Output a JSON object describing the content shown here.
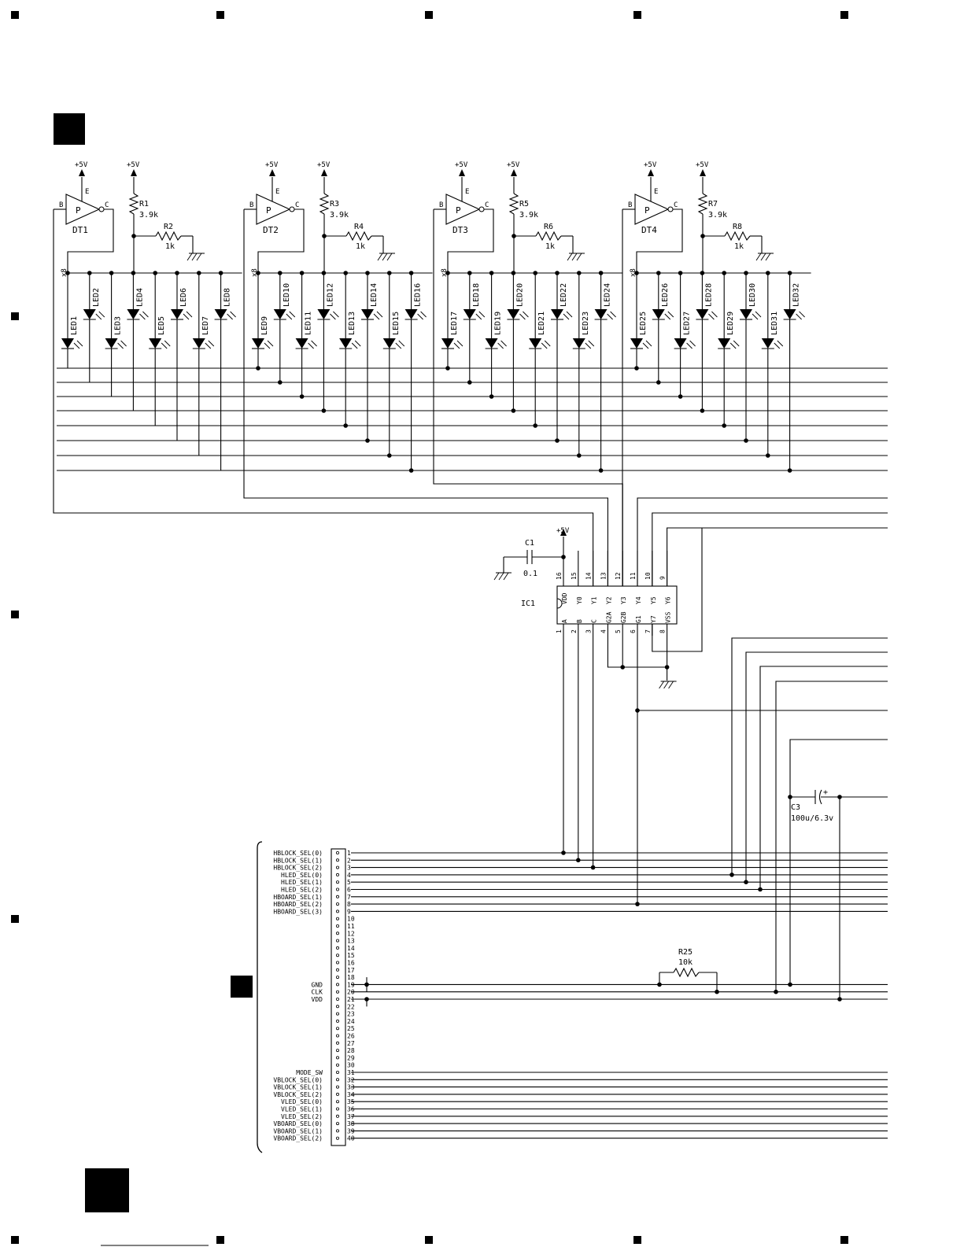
{
  "supply": {
    "label": "+5V"
  },
  "transistors": [
    {
      "ref": "DT1",
      "type": "P",
      "b": "B",
      "c": "C",
      "e": "E",
      "r_top": "R1",
      "r_top_val": "3.9k",
      "r_bias": "R2",
      "r_bias_val": "1k"
    },
    {
      "ref": "DT2",
      "type": "P",
      "b": "B",
      "c": "C",
      "e": "E",
      "r_top": "R3",
      "r_top_val": "3.9k",
      "r_bias": "R4",
      "r_bias_val": "1k"
    },
    {
      "ref": "DT3",
      "type": "P",
      "b": "B",
      "c": "C",
      "e": "E",
      "r_top": "R5",
      "r_top_val": "3.9k",
      "r_bias": "R6",
      "r_bias_val": "1k"
    },
    {
      "ref": "DT4",
      "type": "P",
      "b": "B",
      "c": "C",
      "e": "E",
      "r_top": "R7",
      "r_top_val": "3.9k",
      "r_bias": "R8",
      "r_bias_val": "1k"
    }
  ],
  "multiplier_label": "x8",
  "leds": [
    "LED1",
    "LED2",
    "LED3",
    "LED4",
    "LED5",
    "LED6",
    "LED7",
    "LED8",
    "LED9",
    "LED10",
    "LED11",
    "LED12",
    "LED13",
    "LED14",
    "LED15",
    "LED16",
    "LED17",
    "LED18",
    "LED19",
    "LED20",
    "LED21",
    "LED22",
    "LED23",
    "LED24",
    "LED25",
    "LED26",
    "LED27",
    "LED28",
    "LED29",
    "LED30",
    "LED31",
    "LED32"
  ],
  "ic": {
    "ref": "IC1",
    "top_pins": [
      {
        "num": "16",
        "name": "VDD"
      },
      {
        "num": "15",
        "name": "Y0"
      },
      {
        "num": "14",
        "name": "Y1"
      },
      {
        "num": "13",
        "name": "Y2"
      },
      {
        "num": "12",
        "name": "Y3"
      },
      {
        "num": "11",
        "name": "Y4"
      },
      {
        "num": "10",
        "name": "Y5"
      },
      {
        "num": "9",
        "name": "Y6"
      }
    ],
    "bottom_pins": [
      {
        "num": "1",
        "name": "A"
      },
      {
        "num": "2",
        "name": "B"
      },
      {
        "num": "3",
        "name": "C"
      },
      {
        "num": "4",
        "name": "G2A"
      },
      {
        "num": "5",
        "name": "G2B"
      },
      {
        "num": "6",
        "name": "G1"
      },
      {
        "num": "7",
        "name": "Y7"
      },
      {
        "num": "8",
        "name": "VSS"
      }
    ]
  },
  "c1": {
    "ref": "C1",
    "value": "0.1"
  },
  "c3": {
    "ref": "C3",
    "value": "100u/6.3v",
    "polarity": "+"
  },
  "r25": {
    "ref": "R25",
    "value": "10k"
  },
  "connector": {
    "pins": [
      "1",
      "2",
      "3",
      "4",
      "5",
      "6",
      "7",
      "8",
      "9",
      "10",
      "11",
      "12",
      "13",
      "14",
      "15",
      "16",
      "17",
      "18",
      "19",
      "20",
      "21",
      "22",
      "23",
      "24",
      "25",
      "26",
      "27",
      "28",
      "29",
      "30",
      "31",
      "32",
      "33",
      "34",
      "35",
      "36",
      "37",
      "38",
      "39",
      "40"
    ],
    "signals": [
      {
        "pin": 1,
        "name": "HBLOCK_SEL(0)"
      },
      {
        "pin": 2,
        "name": "HBLOCK_SEL(1)"
      },
      {
        "pin": 3,
        "name": "HBLOCK_SEL(2)"
      },
      {
        "pin": 4,
        "name": "HLED_SEL(0)"
      },
      {
        "pin": 5,
        "name": "HLED_SEL(1)"
      },
      {
        "pin": 6,
        "name": "HLED_SEL(2)"
      },
      {
        "pin": 7,
        "name": "HBOARD_SEL(1)"
      },
      {
        "pin": 8,
        "name": "HBOARD_SEL(2)"
      },
      {
        "pin": 9,
        "name": "HBOARD_SEL(3)"
      },
      {
        "pin": 19,
        "name": "GND"
      },
      {
        "pin": 20,
        "name": "CLK"
      },
      {
        "pin": 21,
        "name": "VDD"
      },
      {
        "pin": 31,
        "name": "MODE_SW"
      },
      {
        "pin": 32,
        "name": "VBLOCK_SEL(0)"
      },
      {
        "pin": 33,
        "name": "VBLOCK_SEL(1)"
      },
      {
        "pin": 34,
        "name": "VBLOCK_SEL(2)"
      },
      {
        "pin": 35,
        "name": "VLED_SEL(0)"
      },
      {
        "pin": 36,
        "name": "VLED_SEL(1)"
      },
      {
        "pin": 37,
        "name": "VLED_SEL(2)"
      },
      {
        "pin": 38,
        "name": "VBOARD_SEL(0)"
      },
      {
        "pin": 39,
        "name": "VBOARD_SEL(1)"
      },
      {
        "pin": 40,
        "name": "VBOARD_SEL(2)"
      }
    ]
  }
}
